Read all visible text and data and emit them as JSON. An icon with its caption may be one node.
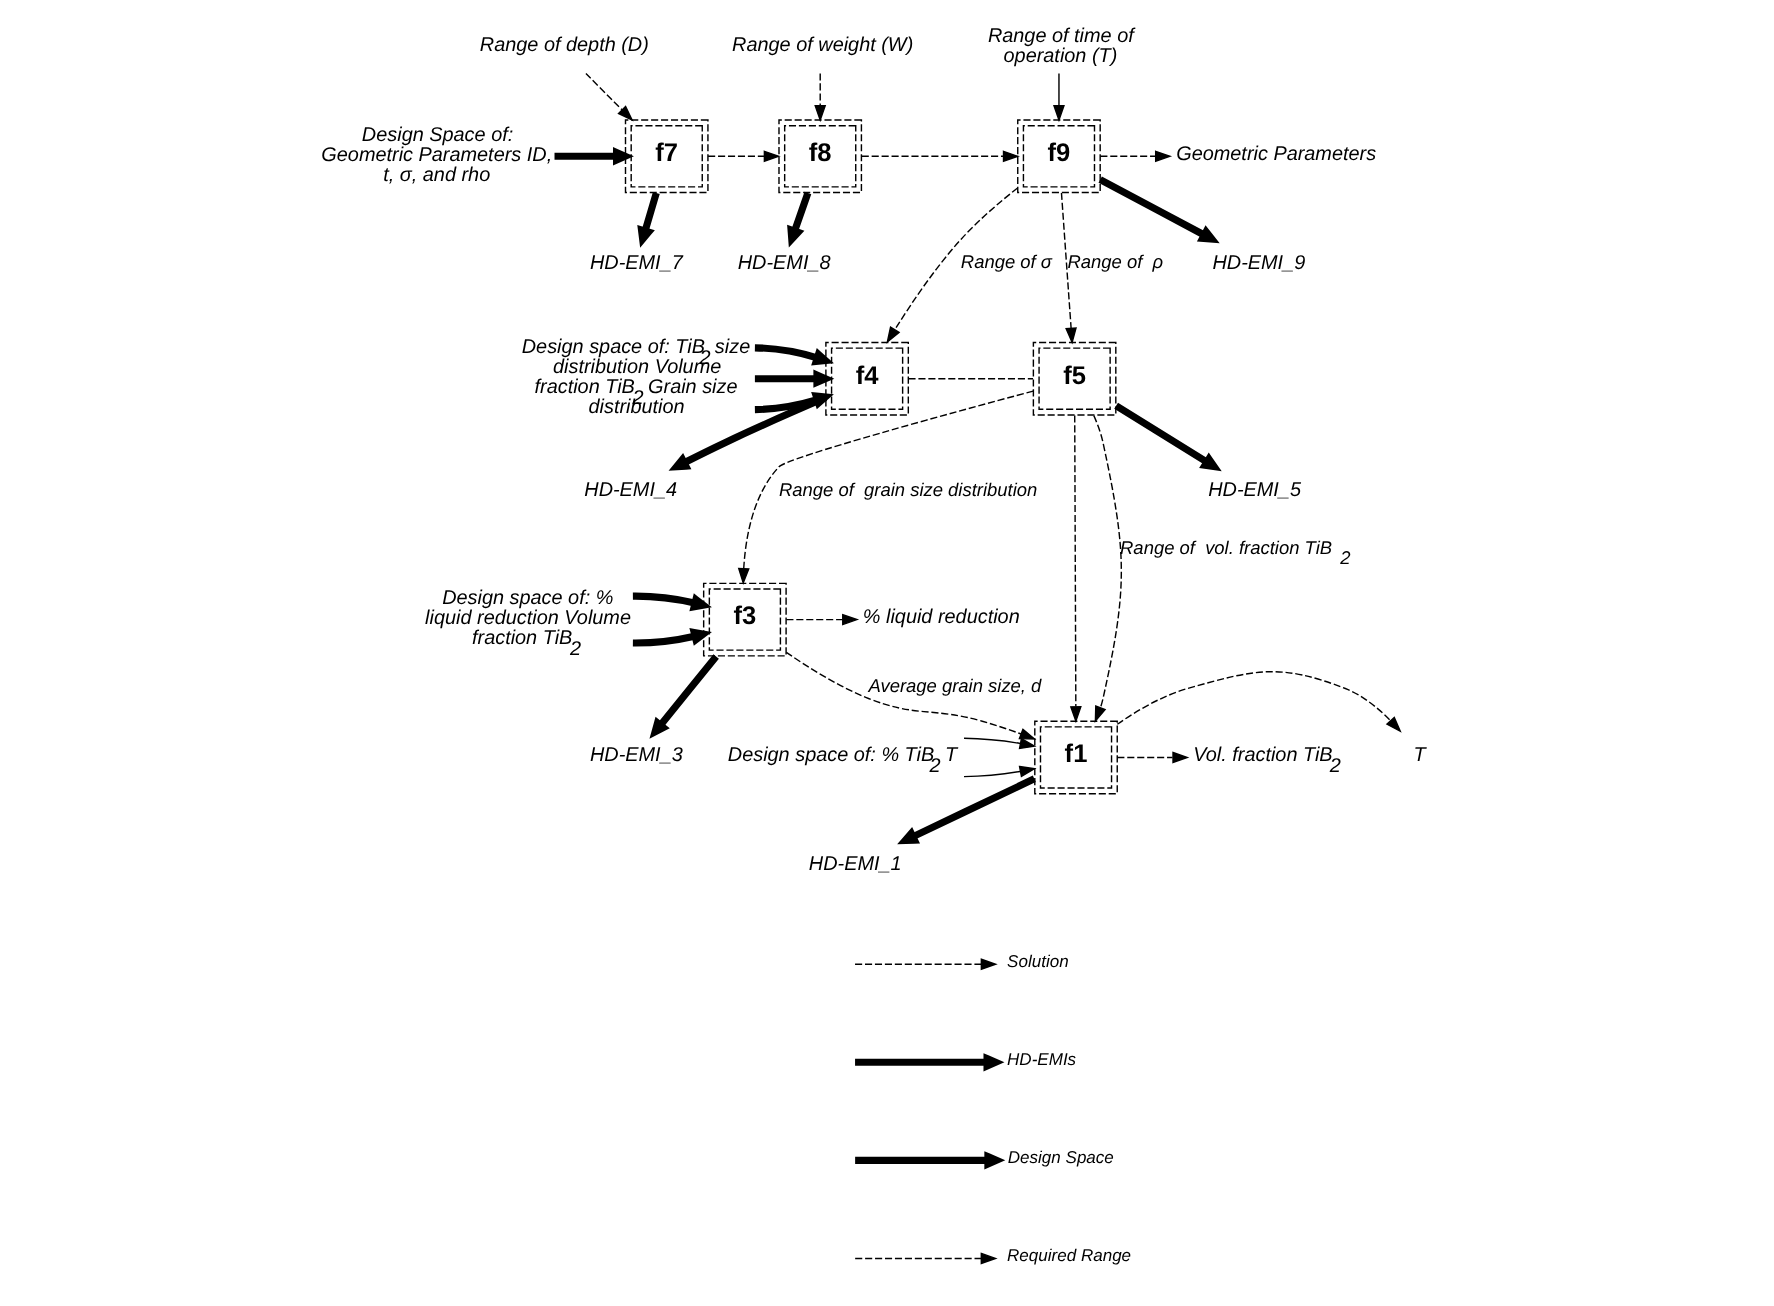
{
  "diagram": {
    "nodes": [
      {
        "text": [
          "Range of depth (D)"
        ]
      },
      {
        "text": [
          "Range of weight (W)"
        ]
      },
      {
        "text": [
          "Range of time of operation (T)"
        ]
      },
      {
        "text": [
          "Design Space of: Geometric Parameters ID, t, σ, and rho"
        ]
      },
      {
        "text": [
          "f7"
        ]
      },
      {
        "text": [
          "f8"
        ]
      },
      {
        "text": [
          "f9"
        ]
      },
      {
        "text": [
          "Geometric Parameters"
        ]
      },
      {
        "text": [
          "HD-EMI_7"
        ]
      },
      {
        "text": [
          "HD-EMI_8"
        ]
      },
      {
        "text": [
          "HD-EMI_9"
        ]
      },
      {
        "text": [
          "Design space of: TiB$_{2}$ size distribution Volume fraction TiB$_{2}$ Grain size distribution"
        ]
      },
      {
        "text": [
          "f4"
        ]
      },
      {
        "text": [
          "f5"
        ]
      },
      {
        "text": [
          "HD-EMI_4"
        ]
      },
      {
        "text": [
          "HD-EMI_5"
        ]
      },
      {
        "text": [
          "Design space of: % liquid reduction Volume fraction TiB$_{2}$"
        ]
      },
      {
        "text": [
          "f3"
        ]
      },
      {
        "text": [
          "% liquid reduction"
        ]
      },
      {
        "text": [
          "HD-EMI_3"
        ]
      },
      {
        "text": [
          "Design space of: % TiB$_{2}$ T"
        ]
      },
      {
        "text": [
          "f1"
        ]
      },
      {
        "text": [
          "Vol. fraction TiB$_{2}$"
        ]
      },
      {
        "text": [
          "T"
        ]
      },
      {
        "text": [
          "HD-EMI_1"
        ]
      }
    ],
    "edges": [
      {
        "from": 0,
        "to": 4,
        "arrow": "to",
        "style": "dashed"
      },
      {
        "from": 1,
        "to": 5,
        "arrow": "to",
        "style": "dashed"
      },
      {
        "from": 2,
        "to": 6,
        "arrow": "to"
      },
      {
        "from": 3,
        "to": 4,
        "arrow": "to",
        "style": "thick"
      },
      {
        "from": 4,
        "to": 5,
        "arrow": "to",
        "style": "dashed"
      },
      {
        "from": 5,
        "to": 6,
        "arrow": "to",
        "style": "dashed"
      },
      {
        "from": 6,
        "to": 7,
        "arrow": "to",
        "style": "dashed"
      },
      {
        "from": 4,
        "to": 8,
        "arrow": "to",
        "style": "thick"
      },
      {
        "from": 5,
        "to": 9,
        "arrow": "to",
        "style": "thick"
      },
      {
        "from": 6,
        "to": 10,
        "arrow": "to",
        "style": "thick"
      },
      {
        "from": 6,
        "to": 12,
        "arrow": "to",
        "style": "dashed",
        "label": "Range of σ"
      },
      {
        "from": 6,
        "to": 13,
        "arrow": "to",
        "style": "dashed",
        "label": "Range of  ρ"
      },
      {
        "from": 11,
        "to": 12,
        "arrow": "to",
        "style": "thick"
      },
      {
        "from": 11,
        "to": 12,
        "arrow": "to",
        "style": "thick"
      },
      {
        "from": 11,
        "to": 12,
        "arrow": "to",
        "style": "thick"
      },
      {
        "from": 12,
        "to": 13,
        "arrow": "none",
        "style": "dashed"
      },
      {
        "from": 12,
        "to": 14,
        "arrow": "to",
        "style": "thick"
      },
      {
        "from": 13,
        "to": 15,
        "arrow": "to",
        "style": "thick"
      },
      {
        "from": 13,
        "to": 21,
        "arrow": "to",
        "style": "dashed",
        "label": "Range of  vol. fraction TiB$_{2}$"
      },
      {
        "from": 13,
        "to": 21,
        "arrow": "to",
        "style": "dashed"
      },
      {
        "from": 13,
        "to": 17,
        "arrow": "to",
        "style": "dashed",
        "label": "Range of  grain size distribution"
      },
      {
        "from": 16,
        "to": 17,
        "arrow": "to",
        "style": "thick"
      },
      {
        "from": 16,
        "to": 17,
        "arrow": "to",
        "style": "thick"
      },
      {
        "from": 17,
        "to": 18,
        "arrow": "to",
        "style": "dashed"
      },
      {
        "from": 17,
        "to": 21,
        "arrow": "to",
        "style": "dashed",
        "label": "Average grain size, d"
      },
      {
        "from": 17,
        "to": 19,
        "arrow": "to",
        "style": "thick"
      },
      {
        "from": 20,
        "to": 21,
        "arrow": "to"
      },
      {
        "from": 20,
        "to": 21,
        "arrow": "to"
      },
      {
        "from": 21,
        "to": 22,
        "arrow": "to",
        "style": "dashed"
      },
      {
        "from": 21,
        "to": 23,
        "arrow": "to",
        "style": "dashed"
      },
      {
        "from": 21,
        "to": 24,
        "arrow": "to",
        "style": "thick"
      }
    ],
    "legend": [
      {
        "text": "Solution"
      },
      {
        "text": "HD-EMIs"
      },
      {
        "text": "Design Space"
      },
      {
        "text": "Required Range"
      }
    ]
  }
}
